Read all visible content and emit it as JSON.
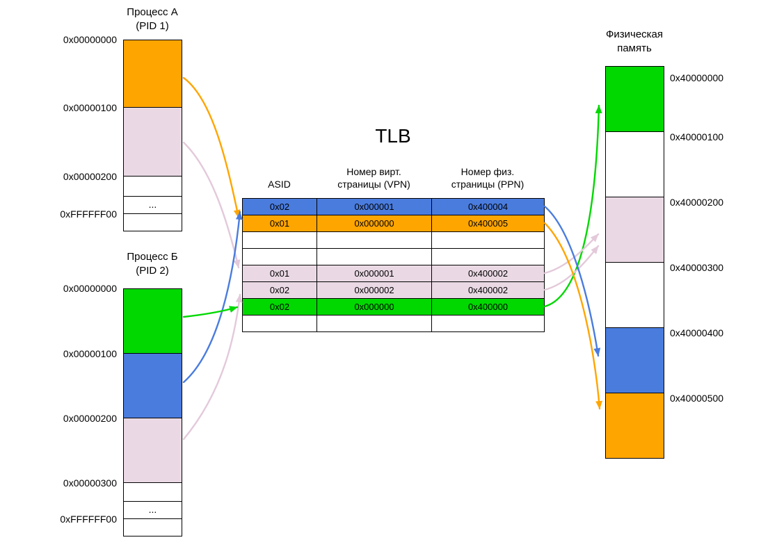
{
  "colors": {
    "orange": "#FFA500",
    "pink": "#E3C9DA",
    "blue": "#4A7CDE",
    "green": "#00D800"
  },
  "process_a": {
    "title": "Процесс А\n(PID 1)",
    "addresses": [
      "0x00000000",
      "0x00000100",
      "0x00000200",
      "0xFFFFFF00"
    ],
    "ellipsis": "...",
    "blocks": [
      {
        "color": "#FFA500"
      },
      {
        "color": "#EAD9E4"
      },
      {
        "color": "#FFFFFF"
      },
      {
        "color": "#FFFFFF"
      },
      {
        "color": "#FFFFFF"
      }
    ]
  },
  "process_b": {
    "title": "Процесс Б\n(PID 2)",
    "addresses": [
      "0x00000000",
      "0x00000100",
      "0x00000200",
      "0x00000300",
      "0xFFFFFF00"
    ],
    "ellipsis": "...",
    "blocks": [
      {
        "color": "#00D800"
      },
      {
        "color": "#4A7CDE"
      },
      {
        "color": "#EAD9E4"
      },
      {
        "color": "#FFFFFF"
      },
      {
        "color": "#FFFFFF"
      },
      {
        "color": "#FFFFFF"
      }
    ]
  },
  "tlb": {
    "title": "TLB",
    "headers": {
      "asid": "ASID",
      "vpn": "Номер вирт.\nстраницы (VPN)",
      "ppn": "Номер физ.\nстраницы (PPN)"
    },
    "rows": [
      {
        "asid": "0x02",
        "vpn": "0x000001",
        "ppn": "0x400004",
        "color": "#4A7CDE"
      },
      {
        "asid": "0x01",
        "vpn": "0x000000",
        "ppn": "0x400005",
        "color": "#FFA500"
      },
      {
        "asid": "",
        "vpn": "",
        "ppn": "",
        "color": "#FFFFFF"
      },
      {
        "asid": "",
        "vpn": "",
        "ppn": "",
        "color": "#FFFFFF"
      },
      {
        "asid": "0x01",
        "vpn": "0x000001",
        "ppn": "0x400002",
        "color": "#EAD9E4"
      },
      {
        "asid": "0x02",
        "vpn": "0x000002",
        "ppn": "0x400002",
        "color": "#EAD9E4"
      },
      {
        "asid": "0x02",
        "vpn": "0x000000",
        "ppn": "0x400000",
        "color": "#00D800"
      },
      {
        "asid": "",
        "vpn": "",
        "ppn": "",
        "color": "#FFFFFF"
      }
    ]
  },
  "physical_memory": {
    "title": "Физическая\nпамять",
    "addresses": [
      "0x40000000",
      "0x40000100",
      "0x40000200",
      "0x40000300",
      "0x40000400",
      "0x40000500"
    ],
    "blocks": [
      {
        "color": "#00D800"
      },
      {
        "color": "#FFFFFF"
      },
      {
        "color": "#EAD9E4"
      },
      {
        "color": "#FFFFFF"
      },
      {
        "color": "#4A7CDE"
      },
      {
        "color": "#FFA500"
      }
    ]
  }
}
